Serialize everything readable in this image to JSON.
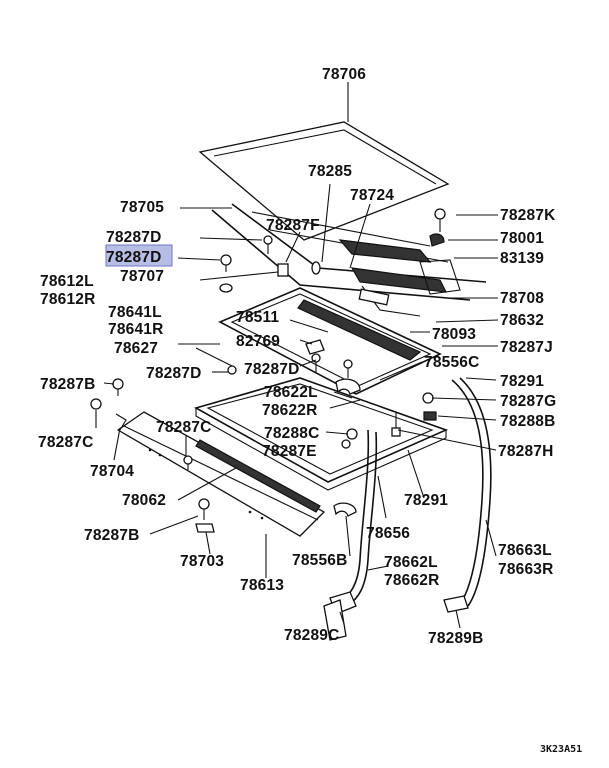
{
  "highlight_color": "#b8bde6",
  "diagram_code": "3K23A51",
  "parts": [
    {
      "id": "p1",
      "label": "78706"
    },
    {
      "id": "p2",
      "label": "78285"
    },
    {
      "id": "p3",
      "label": "78724"
    },
    {
      "id": "p4",
      "label": "78705"
    },
    {
      "id": "p5",
      "label": "78287F"
    },
    {
      "id": "p6",
      "label": "78287K"
    },
    {
      "id": "p7",
      "label": "78287D"
    },
    {
      "id": "p8",
      "label": "78001"
    },
    {
      "id": "p9",
      "label": "78287D",
      "highlighted": true
    },
    {
      "id": "p10",
      "label": "83139"
    },
    {
      "id": "p11",
      "label": "78612L"
    },
    {
      "id": "p12",
      "label": "78707"
    },
    {
      "id": "p13",
      "label": "78612R"
    },
    {
      "id": "p14",
      "label": "78708"
    },
    {
      "id": "p15",
      "label": "78641L"
    },
    {
      "id": "p16",
      "label": "78511"
    },
    {
      "id": "p17",
      "label": "78632"
    },
    {
      "id": "p18",
      "label": "78641R"
    },
    {
      "id": "p19",
      "label": "78093"
    },
    {
      "id": "p20",
      "label": "78627"
    },
    {
      "id": "p21",
      "label": "82769"
    },
    {
      "id": "p22",
      "label": "78287J"
    },
    {
      "id": "p23",
      "label": "78556C"
    },
    {
      "id": "p24",
      "label": "78287D"
    },
    {
      "id": "p25",
      "label": "78287D"
    },
    {
      "id": "p26",
      "label": "78291"
    },
    {
      "id": "p27",
      "label": "78287B"
    },
    {
      "id": "p28",
      "label": "78622L"
    },
    {
      "id": "p29",
      "label": "78287G"
    },
    {
      "id": "p30",
      "label": "78622R"
    },
    {
      "id": "p31",
      "label": "78288B"
    },
    {
      "id": "p32",
      "label": "78287C"
    },
    {
      "id": "p33",
      "label": "78287C"
    },
    {
      "id": "p34",
      "label": "78288C"
    },
    {
      "id": "p35",
      "label": "78287E"
    },
    {
      "id": "p36",
      "label": "78287H"
    },
    {
      "id": "p37",
      "label": "78704"
    },
    {
      "id": "p38",
      "label": "78062"
    },
    {
      "id": "p39",
      "label": "78291"
    },
    {
      "id": "p40",
      "label": "78287B"
    },
    {
      "id": "p41",
      "label": "78656"
    },
    {
      "id": "p42",
      "label": "78663L"
    },
    {
      "id": "p43",
      "label": "78663R"
    },
    {
      "id": "p44",
      "label": "78703"
    },
    {
      "id": "p45",
      "label": "78556B"
    },
    {
      "id": "p46",
      "label": "78662L"
    },
    {
      "id": "p47",
      "label": "78662R"
    },
    {
      "id": "p48",
      "label": "78613"
    },
    {
      "id": "p49",
      "label": "78289C"
    },
    {
      "id": "p50",
      "label": "78289B"
    }
  ]
}
